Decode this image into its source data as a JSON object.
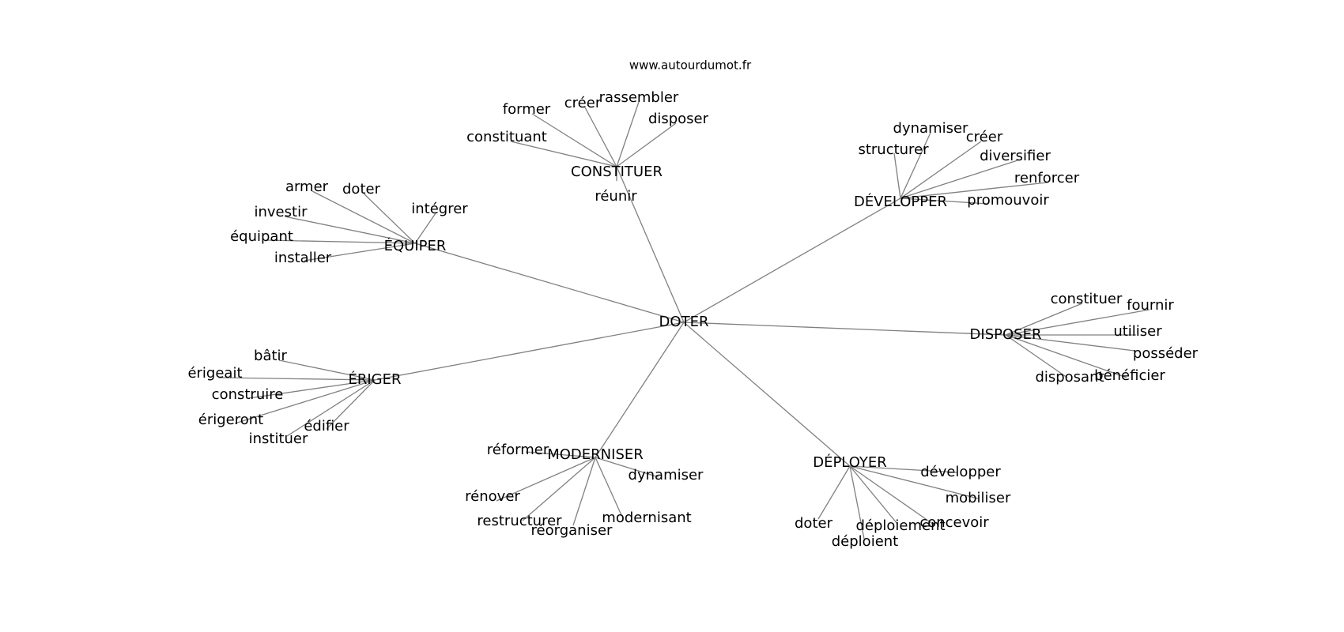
{
  "site": "www.autourdumot.fr",
  "center": "DOTER",
  "clusters": [
    {
      "hub": "CONSTITUER",
      "words": [
        "former",
        "créer",
        "rassembler",
        "disposer",
        "constituant",
        "réunir"
      ]
    },
    {
      "hub": "DÉVELOPPER",
      "words": [
        "dynamiser",
        "créer",
        "structurer",
        "diversifier",
        "renforcer",
        "promouvoir"
      ]
    },
    {
      "hub": "ÉQUIPER",
      "words": [
        "armer",
        "doter",
        "intégrer",
        "investir",
        "équipant",
        "installer"
      ]
    },
    {
      "hub": "DISPOSER",
      "words": [
        "constituer",
        "fournir",
        "utiliser",
        "posséder",
        "bénéficier",
        "disposant"
      ]
    },
    {
      "hub": "ÉRIGER",
      "words": [
        "bâtir",
        "érigeait",
        "construire",
        "érigeront",
        "édifier",
        "instituer"
      ]
    },
    {
      "hub": "MODERNISER",
      "words": [
        "réformer",
        "dynamiser",
        "rénover",
        "restructurer",
        "réorganiser",
        "modernisant"
      ]
    },
    {
      "hub": "DÉPLOYER",
      "words": [
        "développer",
        "mobiliser",
        "concevoir",
        "déploiement",
        "déploient",
        "doter"
      ]
    }
  ]
}
